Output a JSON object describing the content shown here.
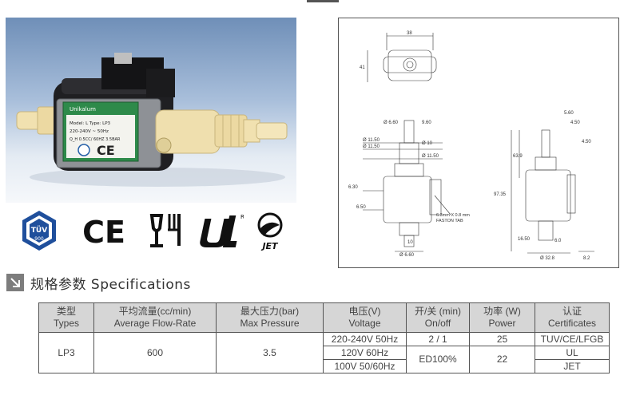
{
  "photo": {
    "label_brand": "Unikalum",
    "label_model": "Model: L Type: LP3",
    "label_volt": "220-240V ~ 50Hz",
    "label_spec": "Q_H 0.5CC/ 60HZ 3.5BAR",
    "label_marks": "CE"
  },
  "certs": {
    "tuv_top": "TÜV",
    "tuv_num": "900",
    "ce": "CE",
    "ul_mark": "R",
    "jet_word": "JET"
  },
  "drawing": {
    "dims": {
      "d38": "38",
      "d41": "41",
      "d660a": "Ø 6.60",
      "d960": "9.60",
      "d1150a": "Ø 11.50",
      "d1150b": "Ø 11.50",
      "d10": "Ø 10",
      "d1150c": "Ø 11.50",
      "d630": "6.30",
      "d650": "6.50",
      "d10b": "10",
      "d660b": "Ø 6.60",
      "tab1": "6.3mm X 0.8 mm",
      "tab2": "FASTON TAB",
      "d560": "5.60",
      "d450a": "4.50",
      "d450b": "4.50",
      "d639": "63.9",
      "d9735": "97.35",
      "d1650": "16.50",
      "d60": "6.0",
      "d328": "Ø 32.8",
      "d82": "8.2"
    }
  },
  "specs": {
    "title": "规格参数 Specifications",
    "headers": [
      {
        "cn": "类型",
        "en": "Types"
      },
      {
        "cn": "平均流量(cc/min)",
        "en": "Average Flow-Rate"
      },
      {
        "cn": "最大压力(bar)",
        "en": "Max Pressure"
      },
      {
        "cn": "电压(V)",
        "en": "Voltage"
      },
      {
        "cn": "开/关 (min)",
        "en": "On/off"
      },
      {
        "cn": "功率 (W)",
        "en": "Power"
      },
      {
        "cn": "认证",
        "en": "Certificates"
      }
    ],
    "type": "LP3",
    "flow": "600",
    "pressure": "3.5",
    "voltages": [
      "220-240V 50Hz",
      "120V 60Hz",
      "100V 50/60Hz"
    ],
    "onoff": [
      "2 / 1",
      "ED100%"
    ],
    "power": [
      "25",
      "22"
    ],
    "certificates": [
      "TUV/CE/LFGB",
      "UL",
      "JET"
    ]
  }
}
